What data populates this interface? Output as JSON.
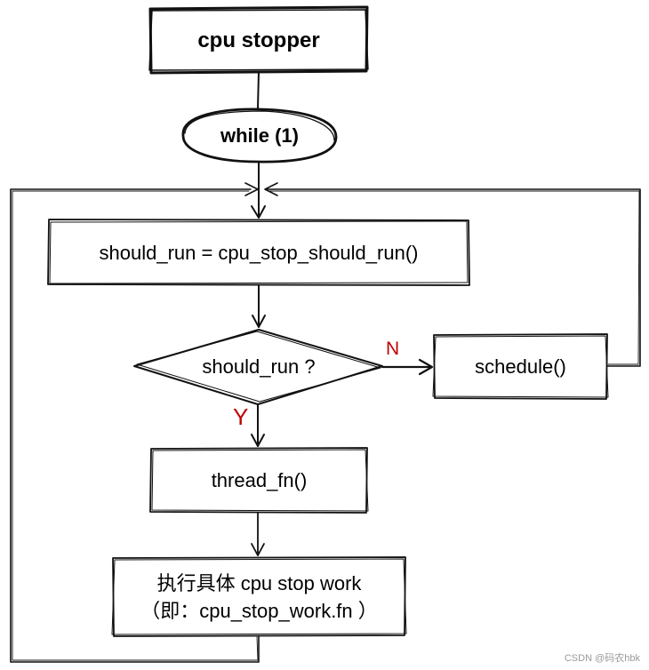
{
  "title_box": {
    "text": "cpu stopper"
  },
  "loop_oval": {
    "text": "while (1)"
  },
  "check_box": {
    "text": "should_run = cpu_stop_should_run()"
  },
  "decision": {
    "text": "should_run ?"
  },
  "no_branch": {
    "label": "N",
    "target": "schedule()"
  },
  "yes_branch": {
    "label": "Y"
  },
  "thread_box": {
    "text": "thread_fn()"
  },
  "work_box": {
    "line1": "执行具体 cpu stop work",
    "line2": "（即：cpu_stop_work.fn ）"
  },
  "branch_label_color": "#c00000",
  "watermark": "CSDN @码农hbk"
}
